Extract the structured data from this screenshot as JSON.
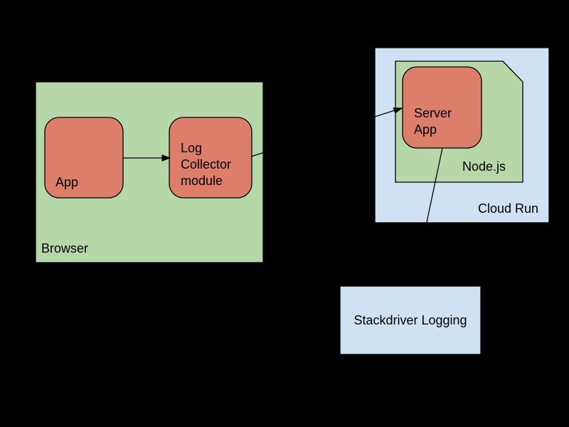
{
  "diagram": {
    "background_color": "#000000",
    "colors": {
      "container_green": "#b6d7a8",
      "node_red": "#dd7e6b",
      "container_blue": "#cfe2f3",
      "connector_black": "#000000"
    },
    "nodes": {
      "browser": {
        "label": "Browser"
      },
      "app": {
        "label": "App"
      },
      "log_collector": {
        "label": "Log Collector module"
      },
      "cloud_run": {
        "label": "Cloud Run"
      },
      "nodejs": {
        "label": "Node.js"
      },
      "server_app": {
        "label": "Server App"
      },
      "stackdriver": {
        "label": "Stackdriver Logging"
      }
    },
    "edges": [
      {
        "from": "app",
        "to": "log_collector",
        "arrow": true
      },
      {
        "from": "log_collector",
        "to": "server_app",
        "arrow": true
      },
      {
        "from": "server_app",
        "to": "stackdriver",
        "arrow": false
      }
    ]
  }
}
